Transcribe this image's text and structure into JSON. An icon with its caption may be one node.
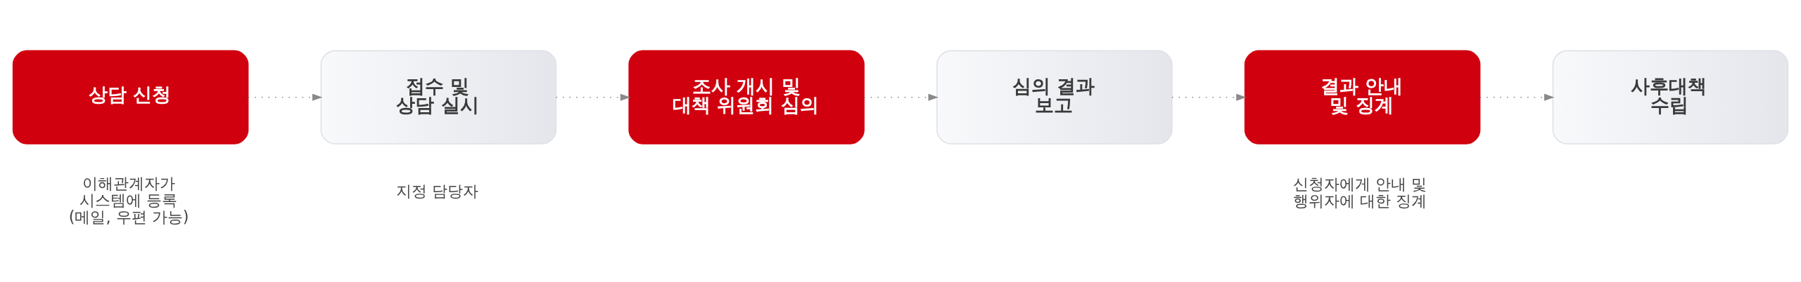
{
  "diagram": {
    "nodes": [
      {
        "text": [
          "상담 신청"
        ],
        "beside": [
          "이해관계자가 시스템에 등록 (메일, 우편 가능)"
        ]
      },
      {
        "text": [
          "접수 및 상담 실시"
        ],
        "beside": [
          "지정 담당자"
        ]
      },
      {
        "text": [
          "조사 개시 및 대책 위원회 심의"
        ]
      },
      {
        "text": [
          "심의 결과 보고"
        ]
      },
      {
        "text": [
          "결과 안내 및 징계"
        ],
        "beside": [
          "신청자에게 안내 및 행위자에 대한 징계"
        ]
      },
      {
        "text": [
          "사후대책 수립"
        ]
      }
    ],
    "edges": [
      {
        "from": 0,
        "to": 1,
        "arrow": "to"
      },
      {
        "from": 1,
        "to": 2,
        "arrow": "to"
      },
      {
        "from": 2,
        "to": 3,
        "arrow": "to"
      },
      {
        "from": 3,
        "to": 4,
        "arrow": "to"
      },
      {
        "from": 4,
        "to": 5,
        "arrow": "to"
      }
    ]
  }
}
